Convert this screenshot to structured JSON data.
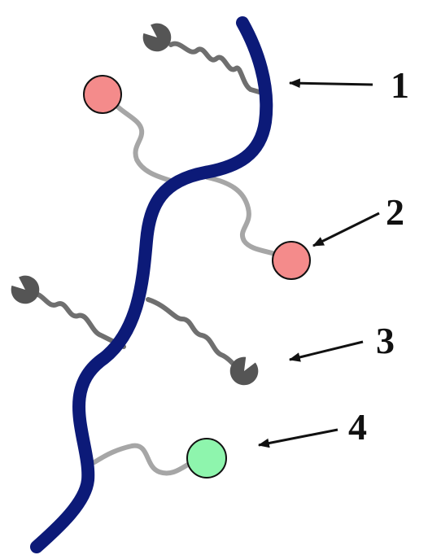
{
  "diagram": {
    "labels": [
      {
        "text": "1"
      },
      {
        "text": "2"
      },
      {
        "text": "3"
      },
      {
        "text": "4"
      }
    ],
    "colors": {
      "backbone": "#0c1a78",
      "tether_dark": "#6f6f6f",
      "tether_light": "#a6a6a6",
      "red_bead_fill": "#f48b8b",
      "green_bead_fill": "#8ef5ad",
      "pacman_fill": "#555555",
      "arrow": "#111111"
    },
    "icons": {
      "bead_red": "red-circle",
      "bead_green": "green-circle",
      "pacman": "pacman-shape"
    }
  }
}
